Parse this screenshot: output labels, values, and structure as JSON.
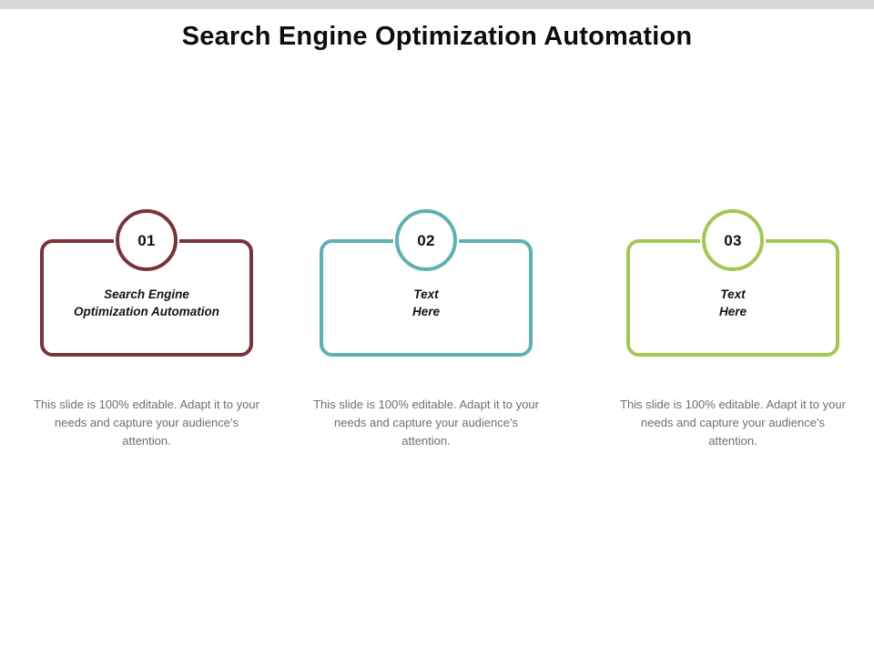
{
  "slide": {
    "title": "Search Engine Optimization Automation",
    "background": "#ffffff",
    "top_band_color": "#d8d8d8",
    "title_color": "#0d0d0d",
    "body_text_color": "#6e6e6e"
  },
  "columns": [
    {
      "number": "01",
      "card_text": "Search Engine\nOptimization Automation",
      "body": "This slide is 100% editable. Adapt it to your needs and capture your audience's attention.",
      "accent": "#7a323c"
    },
    {
      "number": "02",
      "card_text": "Text\nHere",
      "body": "This slide is 100% editable. Adapt it to your needs and capture your audience's attention.",
      "accent": "#5fb0b1"
    },
    {
      "number": "03",
      "card_text": "Text\nHere",
      "body": "This slide is 100% editable. Adapt it to your needs and capture your audience's attention.",
      "accent": "#a4c653"
    }
  ]
}
